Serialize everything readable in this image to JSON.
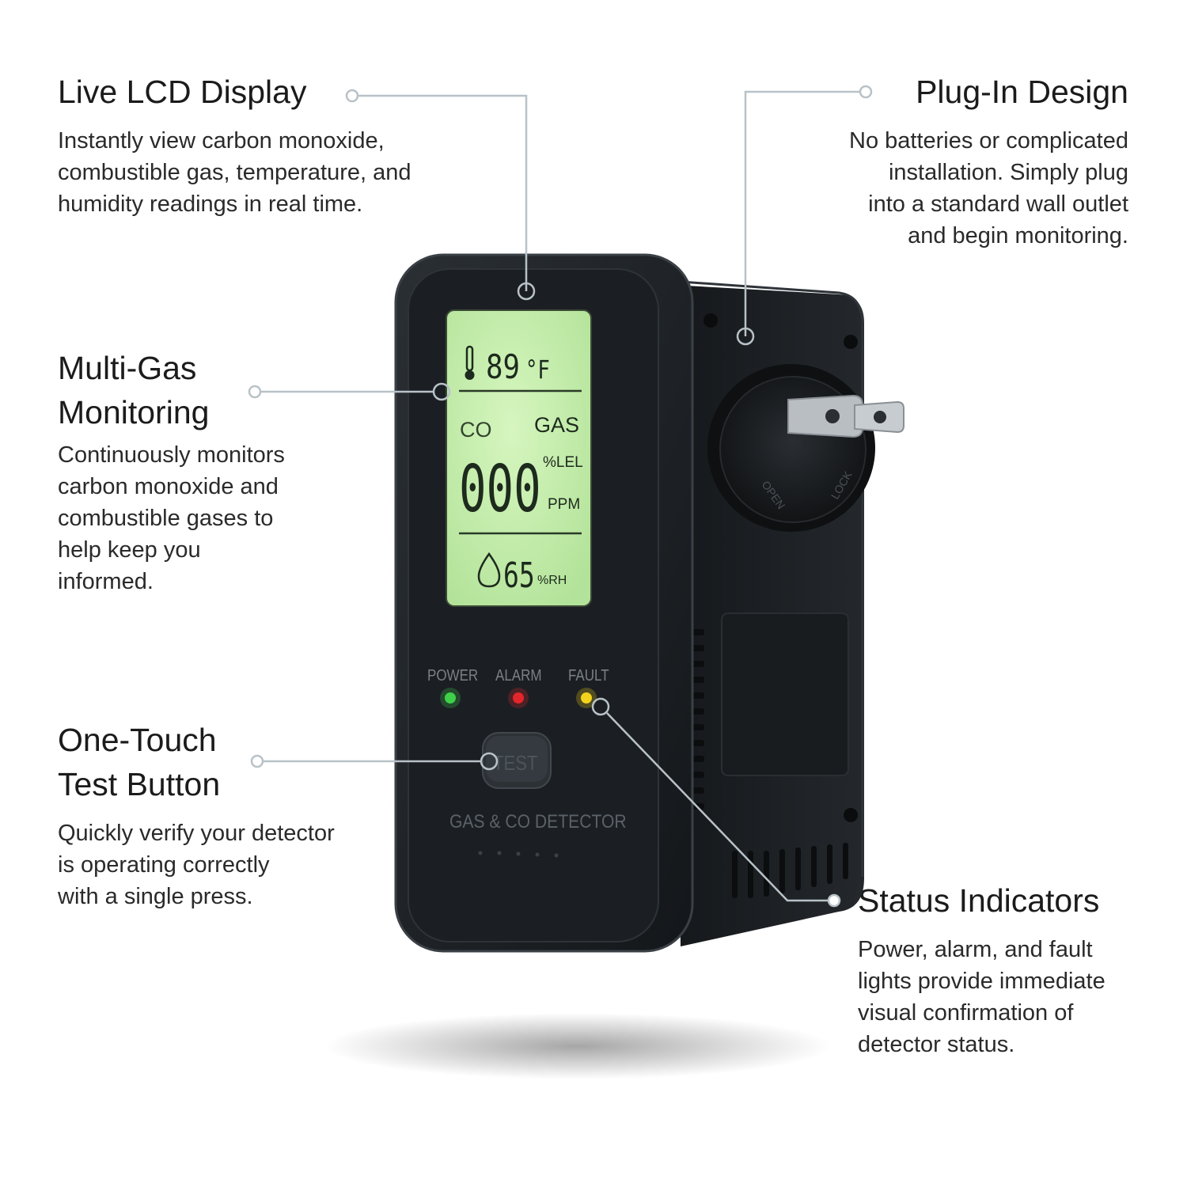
{
  "features": {
    "lcd": {
      "title": "Live LCD Display",
      "lines": [
        "Instantly view carbon monoxide,",
        "combustible gas, temperature, and",
        "humidity readings in real time."
      ]
    },
    "plug": {
      "title": "Plug-In Design",
      "lines": [
        "No batteries or complicated",
        "installation. Simply plug",
        "into a standard wall outlet",
        "and begin monitoring."
      ]
    },
    "gas": {
      "title_lines": [
        "Multi-Gas",
        "Monitoring"
      ],
      "lines": [
        "Continuously monitors",
        "carbon monoxide and",
        "combustible gases to",
        "help keep you",
        "informed."
      ]
    },
    "test": {
      "title_lines": [
        "One-Touch",
        "Test Button"
      ],
      "lines": [
        "Quickly verify your detector",
        "is operating correctly",
        "with a single press."
      ]
    },
    "status": {
      "title": "Status Indicators",
      "lines": [
        "Power, alarm, and fault",
        "lights provide immediate",
        "visual confirmation of",
        "detector status."
      ]
    }
  },
  "device": {
    "lcd": {
      "temperature": "89",
      "temp_unit": "°F",
      "co_label": "CO",
      "gas_label": "GAS",
      "reading": "000",
      "unit_lel": "%LEL",
      "unit_ppm": "PPM",
      "humidity": "65",
      "humidity_unit": "%RH"
    },
    "indicators": {
      "power_label": "POWER",
      "alarm_label": "ALARM",
      "fault_label": "FAULT",
      "power_color": "#3fd14a",
      "alarm_color": "#e3262b",
      "fault_color": "#f2d21b"
    },
    "test_button_label": "TEST",
    "product_label": "GAS & CO DETECTOR",
    "plug_dial_left": "OPEN",
    "plug_dial_right": "LOCK",
    "colors": {
      "body": "#1e2226",
      "lcd_backlight": "#c9f0b0",
      "leader_line": "#b8c2c8"
    }
  }
}
